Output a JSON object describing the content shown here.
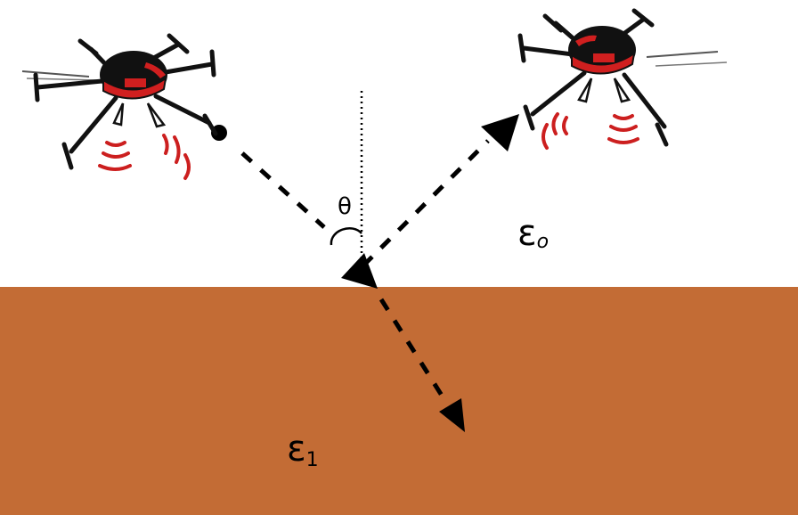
{
  "labels": {
    "angle": "θ",
    "medium_upper": "ε",
    "medium_upper_sub": "o",
    "medium_lower": "ε",
    "medium_lower_sub": "1"
  },
  "colors": {
    "background": "#ffffff",
    "ground": "#c36c35",
    "ink": "#000000",
    "drone_body": "#111111",
    "drone_accent": "#d01f1f",
    "signal": "#cc1f1f"
  },
  "icons": {
    "transmitter": "drone-icon",
    "receiver": "drone-icon",
    "source": "dot-icon"
  }
}
